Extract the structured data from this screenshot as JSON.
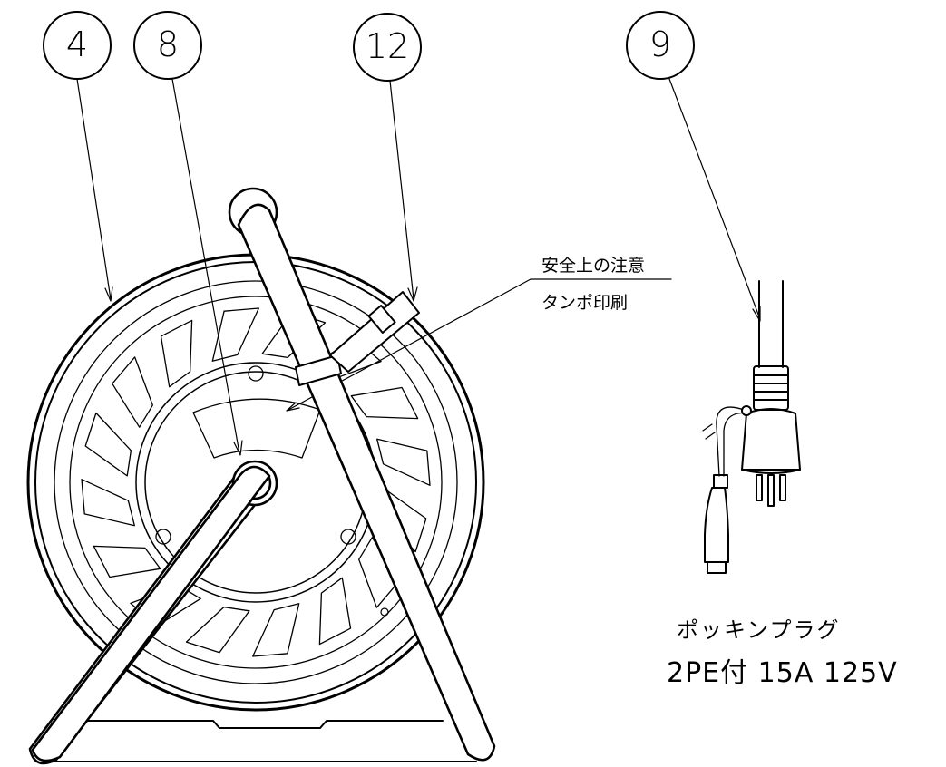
{
  "callouts": [
    {
      "id": "4",
      "label": "4"
    },
    {
      "id": "8",
      "label": "8"
    },
    {
      "id": "12",
      "label": "12"
    },
    {
      "id": "9",
      "label": "9"
    }
  ],
  "annotation": {
    "line1": "安全上の注意",
    "line2": "タンポ印刷"
  },
  "plug": {
    "name": "ポッキンプラグ",
    "spec": "2PE付 15A 125V"
  }
}
